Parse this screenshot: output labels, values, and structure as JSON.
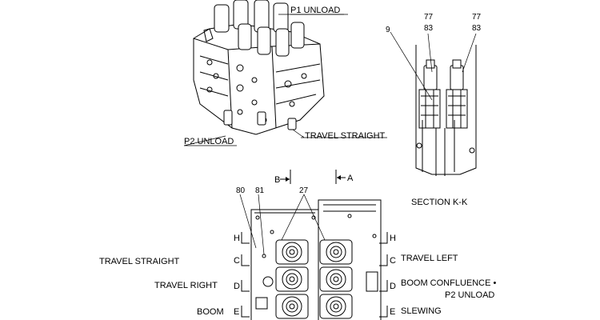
{
  "labels": {
    "p1_unload": "P1 UNLOAD",
    "p2_unload_top": "P2 UNLOAD",
    "travel_straight_top": "TRAVEL STRAIGHT",
    "section_title": "SECTION  K-K",
    "section_b": "B",
    "section_a": "A",
    "travel_straight": "TRAVEL STRAIGHT",
    "travel_right": "TRAVEL RIGHT",
    "boom": "BOOM",
    "travel_left": "TRAVEL LEFT",
    "boom_confluence": "BOOM CONFLUENCE •",
    "p2_unload": "P2 UNLOAD",
    "slewing": "SLEWING"
  },
  "part_numbers": {
    "n9": "9",
    "n77a": "77",
    "n83a": "83",
    "n77b": "77",
    "n83b": "83",
    "n80": "80",
    "n81": "81",
    "n27": "27"
  },
  "section_markers": {
    "h_left": "H",
    "c_left": "C",
    "d_left": "D",
    "e_left": "E",
    "h_right": "H",
    "c_right": "C",
    "d_right": "D",
    "e_right": "E"
  }
}
